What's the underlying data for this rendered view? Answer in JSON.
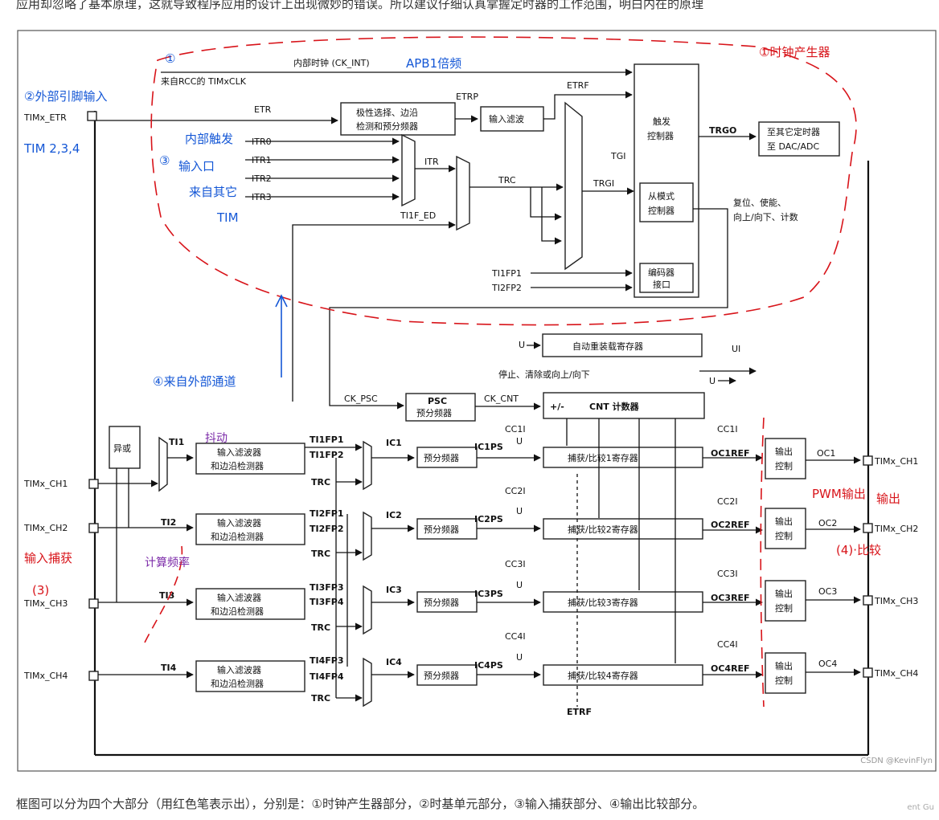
{
  "top_line": "应用却忽略了基本原理，这就导致程序应用的设计上出现微妙的错误。所以建议仔细认真掌握定时器的工作范围，明白内在的原理",
  "caption": "框图可以分为四个大部分（用红色笔表示出），分别是：①时钟产生器部分，②时基单元部分，③输入捕获部分、④输出比较部分。",
  "watermark": "CSDN @KevinFlyn",
  "watermark2": "ent Gu",
  "diagram": {
    "ck_int": "内部时钟 (CK_INT)",
    "rcc": "来自RCC的 TIMxCLK",
    "tim_etr": "TIMx_ETR",
    "etr": "ETR",
    "etrp": "ETRP",
    "etrf": "ETRF",
    "polarity_box_l1": "极性选择、边沿",
    "polarity_box_l2": "检测和预分频器",
    "input_filter": "输入滤波",
    "itr0": "ITR0",
    "itr1": "ITR1",
    "itr2": "ITR2",
    "itr3": "ITR3",
    "itr": "ITR",
    "trc": "TRC",
    "ti1f_ed": "TI1F_ED",
    "tgi": "TGI",
    "trgi": "TRGI",
    "trigger_l1": "触发",
    "trigger_l2": "控制器",
    "trgo": "TRGO",
    "to_other_l1": "至其它定时器",
    "to_other_l2": "至 DAC/ADC",
    "slave_l1": "从模式",
    "slave_l2": "控制器",
    "reset_l1": "复位、使能、",
    "reset_l2": "向上/向下、计数",
    "encoder_l1": "编码器",
    "encoder_l2": "接口",
    "ti1fp1": "TI1FP1",
    "ti2fp2": "TI2FP2",
    "u": "U",
    "auto_reload": "自动重装载寄存器",
    "ui": "UI",
    "stop_clear": "停止、清除或向上/向下",
    "ck_psc": "CK_PSC",
    "psc": "PSC",
    "psc_sub": "预分频器",
    "ck_cnt": "CK_CNT",
    "pm": "+/-",
    "cnt": "CNT 计数器",
    "xor": "异或",
    "filter_l1": "输入滤波器",
    "filter_l2": "和边沿检测器",
    "prescaler": "预分频器",
    "output_ctrl_l1": "输出",
    "output_ctrl_l2": "控制",
    "etrf_bottom": "ETRF",
    "channels": [
      {
        "pin": "TIMx_CH1",
        "ti": "TI1",
        "fpa": "TI1FP1",
        "fpb": "TI1FP2",
        "ic": "IC1",
        "icps": "IC1PS",
        "cci": "CC1I",
        "reg": "捕获/比较1寄存器",
        "ref": "OC1REF",
        "oc": "OC1",
        "out": "TIMx_CH1"
      },
      {
        "pin": "TIMx_CH2",
        "ti": "TI2",
        "fpa": "TI2FP1",
        "fpb": "TI2FP2",
        "ic": "IC2",
        "icps": "IC2PS",
        "cci": "CC2I",
        "reg": "捕获/比较2寄存器",
        "ref": "OC2REF",
        "oc": "OC2",
        "out": "TIMx_CH2"
      },
      {
        "pin": "TIMx_CH3",
        "ti": "TI3",
        "fpa": "TI3FP3",
        "fpb": "TI3FP4",
        "ic": "IC3",
        "icps": "IC3PS",
        "cci": "CC3I",
        "reg": "捕获/比较3寄存器",
        "ref": "OC3REF",
        "oc": "OC3",
        "out": "TIMx_CH3"
      },
      {
        "pin": "TIMx_CH4",
        "ti": "TI4",
        "fpa": "TI4FP3",
        "fpb": "TI4FP4",
        "ic": "IC4",
        "icps": "IC4PS",
        "cci": "CC4I",
        "reg": "捕获/比较4寄存器",
        "ref": "OC4REF",
        "oc": "OC4",
        "out": "TIMx_CH4"
      }
    ]
  },
  "annotations": {
    "clock_gen": "①时钟产生器",
    "apb1": "APB1倍频",
    "circle1": "①",
    "ext_pin": "②外部引脚输入",
    "tim234": "TIM 2,3,4",
    "internal_trigger": "内部触发",
    "circle3": "③",
    "input_port": "输入口",
    "from_other": "来自其它",
    "tim": "TIM",
    "from_external_channel": "④来自外部通道",
    "pwm_out": "PWM输出",
    "output": "输出",
    "compare": "(4)·比较",
    "capture_input": "输入捕获",
    "circle3b": "(3)",
    "calc_freq": "计算频率",
    "jitter": "抖动"
  }
}
